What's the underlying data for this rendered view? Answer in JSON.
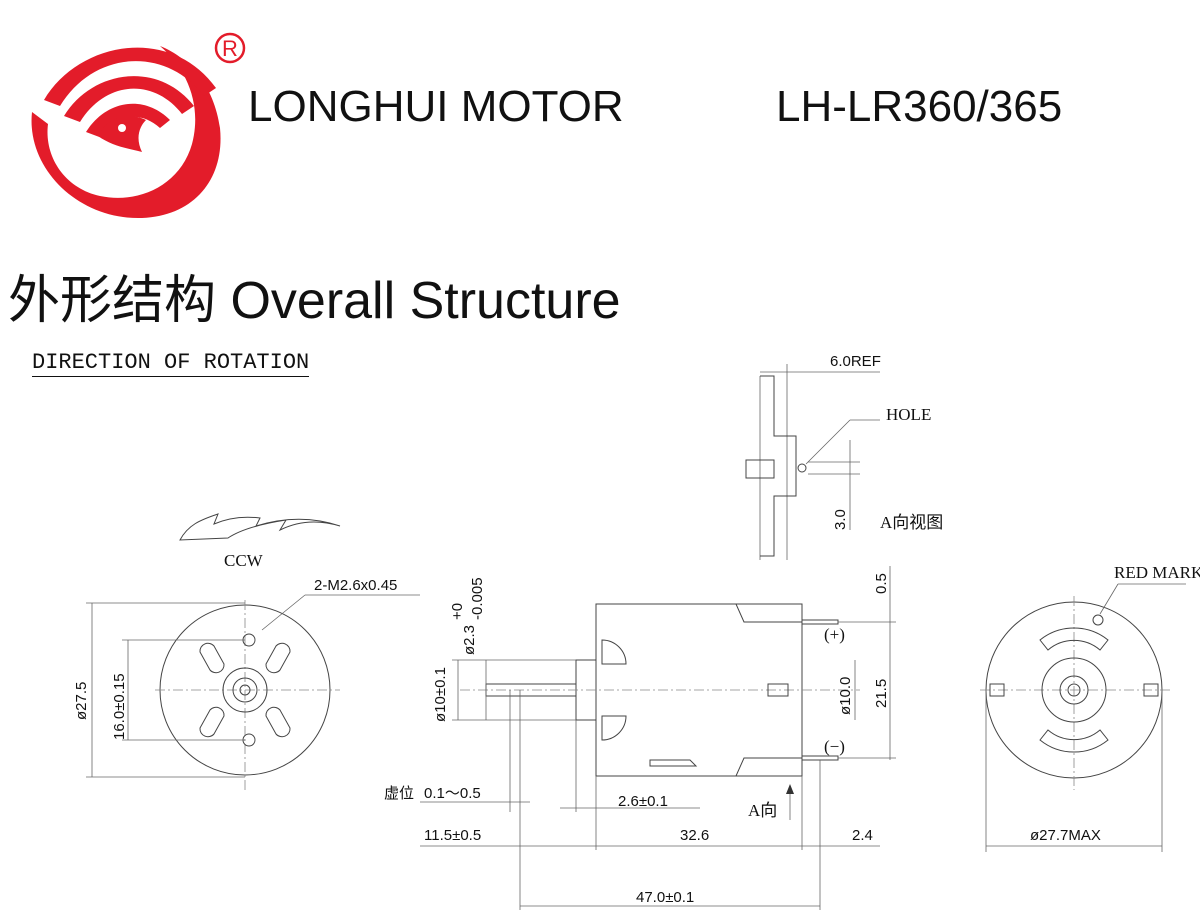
{
  "header": {
    "registered_mark": "R",
    "brand": "LONGHUI MOTOR",
    "model": "LH-LR360/365",
    "brand_color": "#e31c2a"
  },
  "section": {
    "title": "外形结构  Overall  Structure",
    "subtitle": "DIRECTION OF ROTATION"
  },
  "front_view": {
    "rotation": "CCW",
    "screw_callout": "2-M2.6x0.45",
    "diameter": "ø27.5",
    "hole_spacing": "16.0±0.15"
  },
  "side_view": {
    "shaft_dia": "ø2.3",
    "shaft_tol_upper": "+0",
    "shaft_tol_lower": "-0.005",
    "boss_dia": "ø10±0.1",
    "boss_dia_right": "ø10.0",
    "terminal_pitch": "21.5",
    "terminal_offset": "0.5",
    "plus": "(+)",
    "minus": "(−)",
    "virtual_label": "虚位",
    "virtual_range": "0.1～0.5",
    "boss_length": "2.6±0.1",
    "view_arrow_label": "A向",
    "shaft_length": "11.5±0.5",
    "body_length": "32.6",
    "terminal_length": "2.4",
    "total_length": "47.0±0.1"
  },
  "view_a": {
    "ref": "6.0REF",
    "hole": "HOLE",
    "hole_dim": "3.0",
    "title": "A向视图"
  },
  "rear_view": {
    "mark": "RED MARK",
    "max_dia": "ø27.7MAX"
  }
}
